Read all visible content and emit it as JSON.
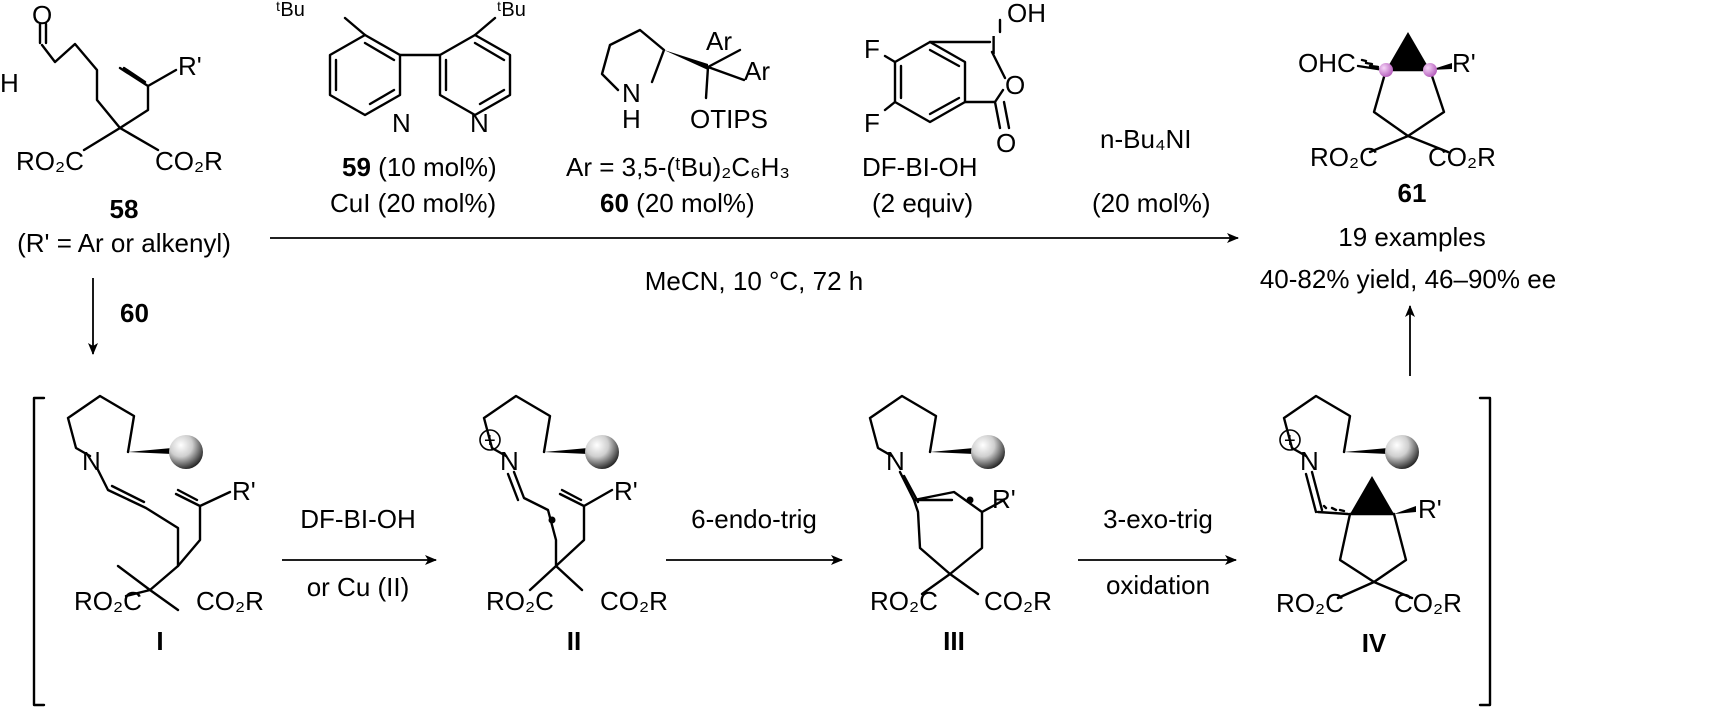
{
  "colors": {
    "ink": "#000000",
    "sphere_dark": "#222222",
    "sphere_light": "#f2f2f2",
    "stereo_dot": "#d38cd8"
  },
  "top": {
    "s58": {
      "aldehyde_H": "H",
      "aldehyde_O": "O",
      "rprime": "R'",
      "ester_left": "RO₂C",
      "ester_right": "CO₂R",
      "id": "58",
      "note": "(R' = Ar or alkenyl)"
    },
    "s59": {
      "tbu": "ᵗBu",
      "n": "N",
      "id": "59",
      "line1_rest": "(10 mol%)",
      "line2": "CuI (20 mol%)"
    },
    "s60": {
      "ar1": "Ar",
      "ar2": "Ar",
      "nh": "N",
      "h": "H",
      "otips": "OTIPS",
      "ar_def": "Ar = 3,5-(ᵗBu)₂C₆H₃",
      "id": "60",
      "loading": "(20 mol%)"
    },
    "dfbi": {
      "f1": "F",
      "f2": "F",
      "i": "I",
      "oh": "OH",
      "o_ring": "O",
      "o_carbonyl": "O",
      "name": "DF-BI-OH",
      "equiv": "(2 equiv)"
    },
    "nbu": {
      "name": "n-Bu₄NI",
      "loading": "(20 mol%)"
    },
    "conditions": "MeCN, 10 °C, 72 h",
    "s61": {
      "ohc": "OHC",
      "rprime": "R'",
      "ester_left": "RO₂C",
      "ester_right": "CO₂R",
      "id": "61",
      "examples": "19 examples",
      "yield": "40-82% yield, 46–90% ee"
    }
  },
  "down_arrow_label": "60",
  "bottom": {
    "I": {
      "n": "N",
      "rprime": "R'",
      "ester_left": "RO₂C",
      "ester_right": "CO₂R",
      "id": "I"
    },
    "II": {
      "n": "N",
      "plus": "+",
      "rprime": "R'",
      "ester_left": "RO₂C",
      "ester_right": "CO₂R",
      "id": "II"
    },
    "III": {
      "n": "N",
      "rprime": "R'",
      "ester_left": "RO₂C",
      "ester_right": "CO₂R",
      "id": "III"
    },
    "IV": {
      "n": "N",
      "plus": "+",
      "rprime": "R'",
      "ester_left": "RO₂C",
      "ester_right": "CO₂R",
      "id": "IV"
    },
    "arrow1": {
      "top": "DF-BI-OH",
      "bottom": "or Cu (II)"
    },
    "arrow2": {
      "top": "6-endo-trig"
    },
    "arrow3": {
      "top": "3-exo-trig",
      "bottom": "oxidation"
    }
  }
}
